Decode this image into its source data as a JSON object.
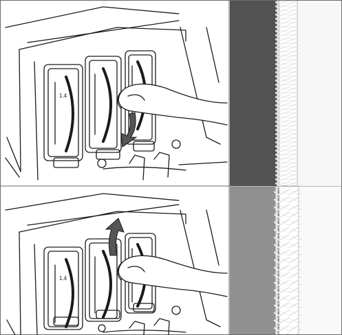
{
  "figure": {
    "panels": [
      {
        "id": "top",
        "dial_label": "1.4",
        "arrow_direction": "down",
        "fabric_tone": "dark"
      },
      {
        "id": "bottom",
        "dial_label": "1.4",
        "arrow_direction": "up",
        "fabric_tone": "light"
      }
    ],
    "colors": {
      "line": "#1a1a1a",
      "border": "#6b6b6b",
      "fabric_dark": "#4e4e4e",
      "fabric_light": "#8a8a8a",
      "stitch": "#f2f2f2",
      "background": "#ffffff"
    }
  }
}
